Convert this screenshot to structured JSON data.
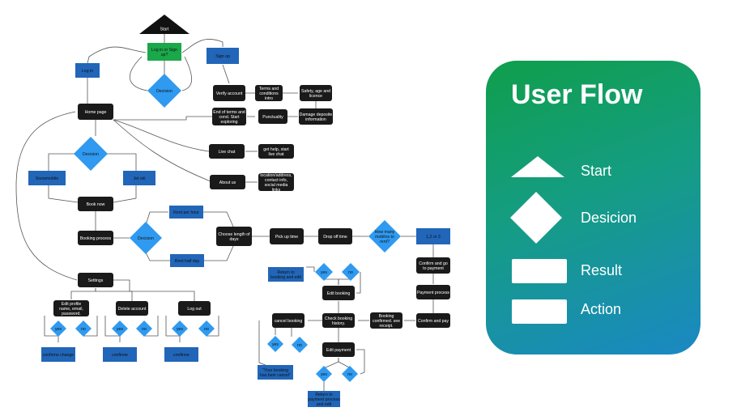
{
  "legend": {
    "title": "User Flow",
    "start": "Start",
    "decision": "Desicion",
    "result": "Result",
    "action": "Action"
  },
  "colors": {
    "action": "#1a1a1a",
    "result": "#2166b8",
    "decision": "#2f9af0",
    "start_node": "#1ba84a",
    "connector": "#555555"
  },
  "nodes": {
    "start": "Start",
    "login_signup": "Log in or Sign up?",
    "decision_top": "Decision",
    "log_in": "Log in",
    "sign_up": "Sign up",
    "verify_account": "Verify account",
    "terms_intro": "Terms and conditions intro",
    "safety": "Safety, age and licence",
    "home_page": "Home page",
    "end_terms": "End of terms and cond. Start exploring",
    "punctuality": "Punctuality",
    "damage": "Damage deposite information",
    "decision_vehicle": "Decision",
    "live_chat": "Live chat",
    "get_help": "get help, start live chat",
    "snowmobile": "Snowmobile",
    "jet_ski": "Jet ski",
    "about_us": "About us",
    "location": "location/address, contact info, social media links",
    "book_now": "Book now",
    "rent_hour": "Rent per hour",
    "booking_process": "Booking process",
    "decision_rent": "Decision",
    "choose_length": "Choose length of days",
    "pick_up": "Pick up time",
    "drop_off": "Drop off time",
    "how_many": "How many mobilos to rent?",
    "one_two_three": "1,2 or 3",
    "rent_half": "Rent half day",
    "return_booking": "Return to booking and edit",
    "yes_edit": "yes",
    "no_edit": "no",
    "confirm_go_pay": "Confirm and go to payment",
    "settings": "Settings",
    "edit_booking": "Edit booking",
    "payment_process": "Payment process",
    "edit_profile": "Edit profile name, email, password.",
    "delete_account": "Delete account",
    "log_out": "Log out",
    "cancel_booking": "cancel booking",
    "check_history": "Check booking history.",
    "booking_confirmed": "Booking confirmed. see receipt.",
    "confirm_pay": "Confirm and pay",
    "yes_profile": "yes",
    "no_profile": "no",
    "yes_delete": "yes",
    "no_delete": "no",
    "yes_logout": "yes",
    "no_logout": "no",
    "confirm_change": "confirme change",
    "confirme_delete": "confirme",
    "confirme_logout": "confirme",
    "yes_cancel": "yes",
    "no_cancel": "no",
    "edit_payment": "Edit payment",
    "cancelled_msg": "\"Your booking has bein cancel\"",
    "yes_pay": "yes",
    "no_pay": "no",
    "return_payment": "Return to payment process and edit"
  }
}
